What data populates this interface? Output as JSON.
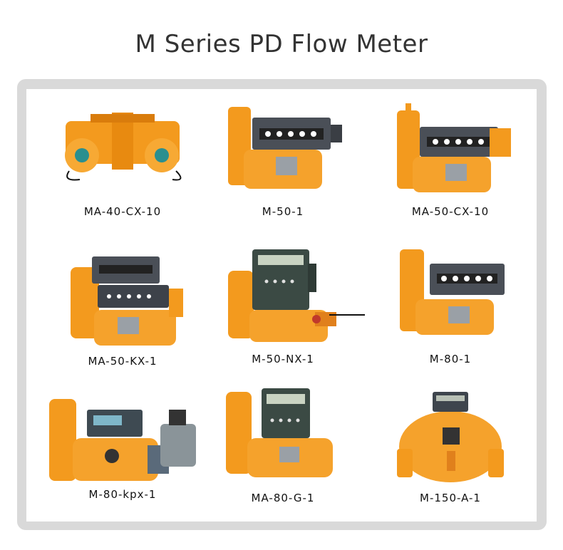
{
  "page": {
    "title": "M Series PD Flow Meter"
  },
  "products": [
    {
      "model": "MA-40-CX-10",
      "image": "dual-chamber-flow-meter-image"
    },
    {
      "model": "M-50-1",
      "image": "register-flow-meter-image"
    },
    {
      "model": "MA-50-CX-10",
      "image": "register-flow-meter-with-valve-image"
    },
    {
      "model": "MA-50-KX-1",
      "image": "preset-register-flow-meter-image"
    },
    {
      "model": "M-50-NX-1",
      "image": "electronic-register-flow-meter-image"
    },
    {
      "model": "M-80-1",
      "image": "register-flow-meter-image"
    },
    {
      "model": "M-80-kpx-1",
      "image": "electronic-flow-meter-with-solenoid-valve-image"
    },
    {
      "model": "MA-80-G-1",
      "image": "electronic-register-flow-meter-image"
    },
    {
      "model": "M-150-A-1",
      "image": "large-flow-meter-image"
    }
  ],
  "colors": {
    "meter_orange": "#f39a1e",
    "register_gray": "#4a4f57",
    "frame_gray": "#d9d9d9"
  }
}
